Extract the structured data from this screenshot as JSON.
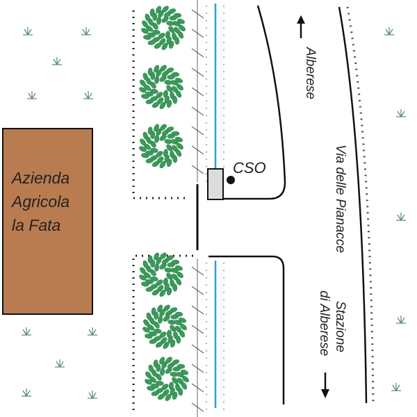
{
  "farm": {
    "lines": [
      "Azienda",
      "Agricola",
      "la Fata"
    ],
    "color": "#b97c50"
  },
  "cso_label": "CSO",
  "road_name": "Via delle Pianacce",
  "direction_north": "Alberese",
  "direction_south": {
    "line1": "Stazione",
    "line2": "di Alberese"
  },
  "colors": {
    "channel": "#2a9fd6",
    "tree": "#3a9a5a",
    "grass": "#4f8a6a"
  }
}
